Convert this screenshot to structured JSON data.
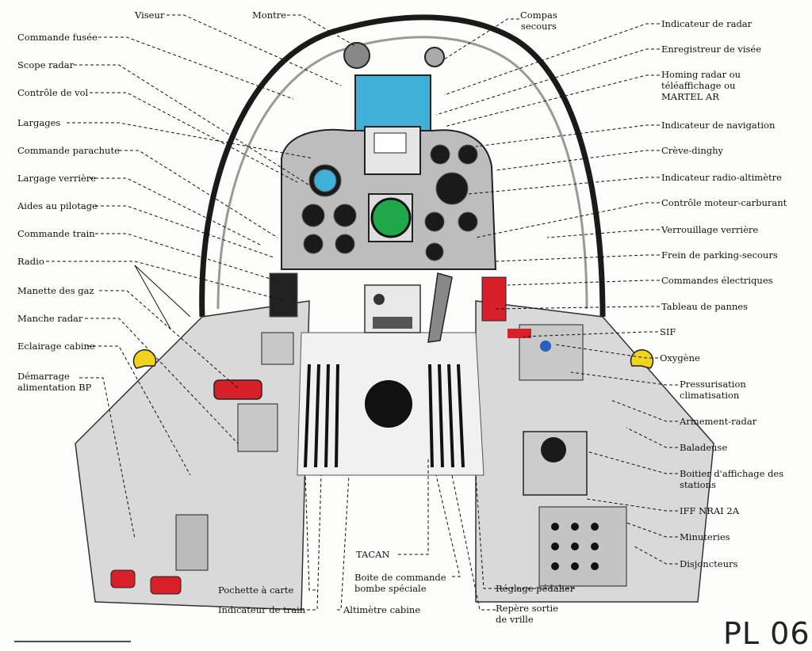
{
  "plate": "PL 06",
  "labels": {
    "viseur": "Viseur",
    "montre": "Montre",
    "compas": "Compas\nsecours",
    "commande_fusee": "Commande fusée",
    "scope_radar": "Scope radar",
    "controle_vol": "Contrôle de vol",
    "largages": "Largages",
    "commande_parachute": "Commande parachute",
    "largage_verriere": "Largage verrière",
    "aides_pilotage": "Aides au pilotage",
    "commande_train": "Commande train",
    "radio": "Radio",
    "manette_gaz": "Manette des gaz",
    "manche_radar": "Manche radar",
    "eclairage_cabine": "Eclairage cabine",
    "demarrage": "Démarrage\nalimentation BP",
    "indicateur_radar": "Indicateur de radar",
    "enregistreur_visee": "Enregistreur de visée",
    "homing_radar": "Homing radar ou\ntéléaffichage ou\nMARTEL AR",
    "indicateur_navigation": "Indicateur de navigation",
    "creve_dinghy": "Crève-dinghy",
    "radio_altimetre": "Indicateur radio-altimètre",
    "controle_moteur": "Contrôle moteur-carburant",
    "verrouillage_verriere": "Verrouillage verrière",
    "frein_parking": "Frein de parking-secours",
    "commandes_electriques": "Commandes électriques",
    "tableau_pannes": "Tableau de pannes",
    "sif": "SIF",
    "oxygene": "Oxygène",
    "pressurisation": "Pressurisation\nclimatisation",
    "armement_radar": "Armement-radar",
    "baladeuse": "Baladeuse",
    "boitier_affichage": "Boitier d'affichage des\nstations",
    "iff": "IFF NRAI 2A",
    "minuteries": "Minuteries",
    "disjoncteurs": "Disjoncteurs",
    "tacan": "TACAN",
    "boite_commande": "Boite de commande\nbombe spéciale",
    "pochette_carte": "Pochette à carte",
    "indicateur_train": "Indicateur de train",
    "altimetre_cabine": "Altimètre cabine",
    "reglage_pedalier": "Réglage pédalier",
    "repere_vrille": "Repère sortie\nde vrille"
  },
  "colors": {
    "screen_blue": "#3fb0d8",
    "scope_green": "#1fa84a",
    "handle_red": "#d8202a",
    "ring_yellow": "#f2d21a",
    "knob_blue": "#2a5fc0",
    "frame_dark": "#1a1a1a",
    "panel_grey": "#cfcfcf"
  }
}
